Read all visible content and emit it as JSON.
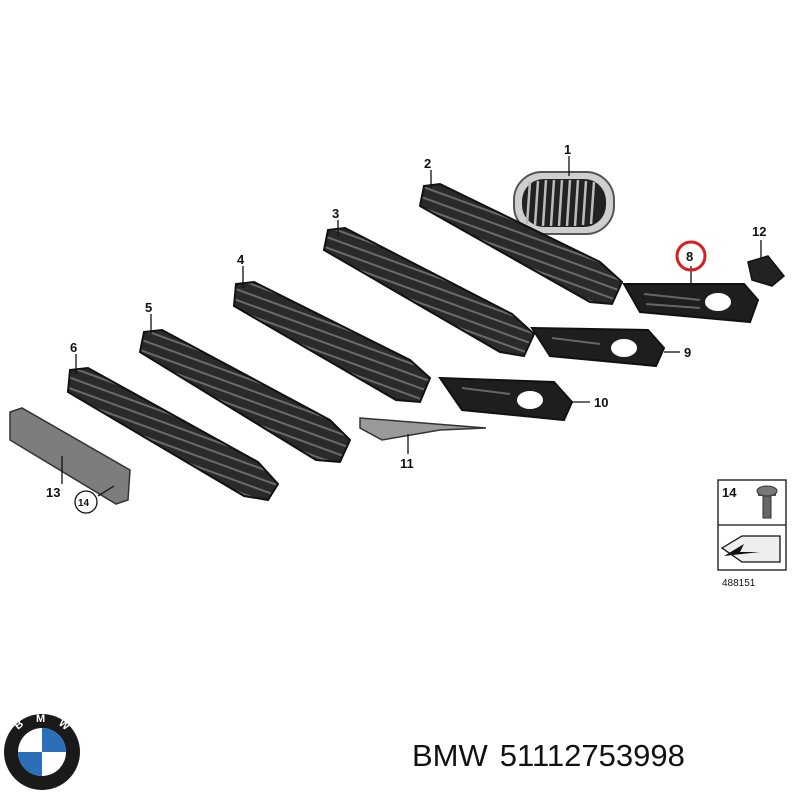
{
  "callouts": {
    "c1": "1",
    "c2": "2",
    "c3": "3",
    "c4": "4",
    "c5": "5",
    "c6": "6",
    "c7_unused": "",
    "c8": "8",
    "c9": "9",
    "c10": "10",
    "c11": "11",
    "c12": "12",
    "c13": "13",
    "c14": "14"
  },
  "inset": {
    "part_number": "14",
    "diagram_id": "488151"
  },
  "caption": {
    "brand": "BMW",
    "part_number": "51112753998"
  },
  "logo": {
    "letters": [
      "B",
      "M",
      "W"
    ]
  },
  "colors": {
    "highlight_circle": "#d42020",
    "part_fill": "#1e1e1e",
    "logo_blue": "#2b6fb8"
  }
}
